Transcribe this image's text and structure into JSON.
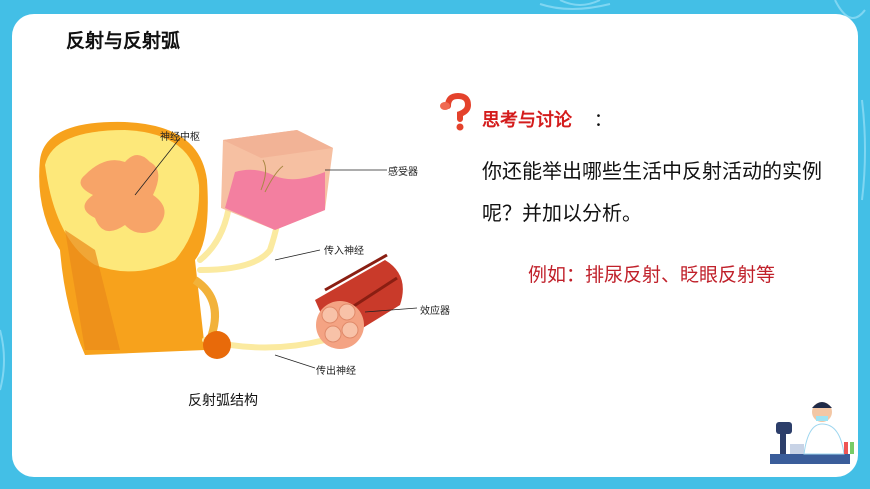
{
  "slide": {
    "title": "反射与反射弧"
  },
  "diagram": {
    "labels": {
      "center": "神经中枢",
      "receptor": "感受器",
      "afferent": "传入神经",
      "effector": "效应器",
      "efferent": "传出神经"
    },
    "caption": "反射弧结构"
  },
  "discussion": {
    "heading": "思考与讨论",
    "colon": "：",
    "question": "你还能举出哪些生活中反射活动的实例呢？并加以分析。",
    "answer": "例如：排尿反射、眨眼反射等"
  },
  "colors": {
    "frame": "#43bfe6",
    "heading": "#d41c1c",
    "answer": "#c0202a"
  },
  "icons": [
    "question-mark-icon",
    "scientist-illustration"
  ]
}
